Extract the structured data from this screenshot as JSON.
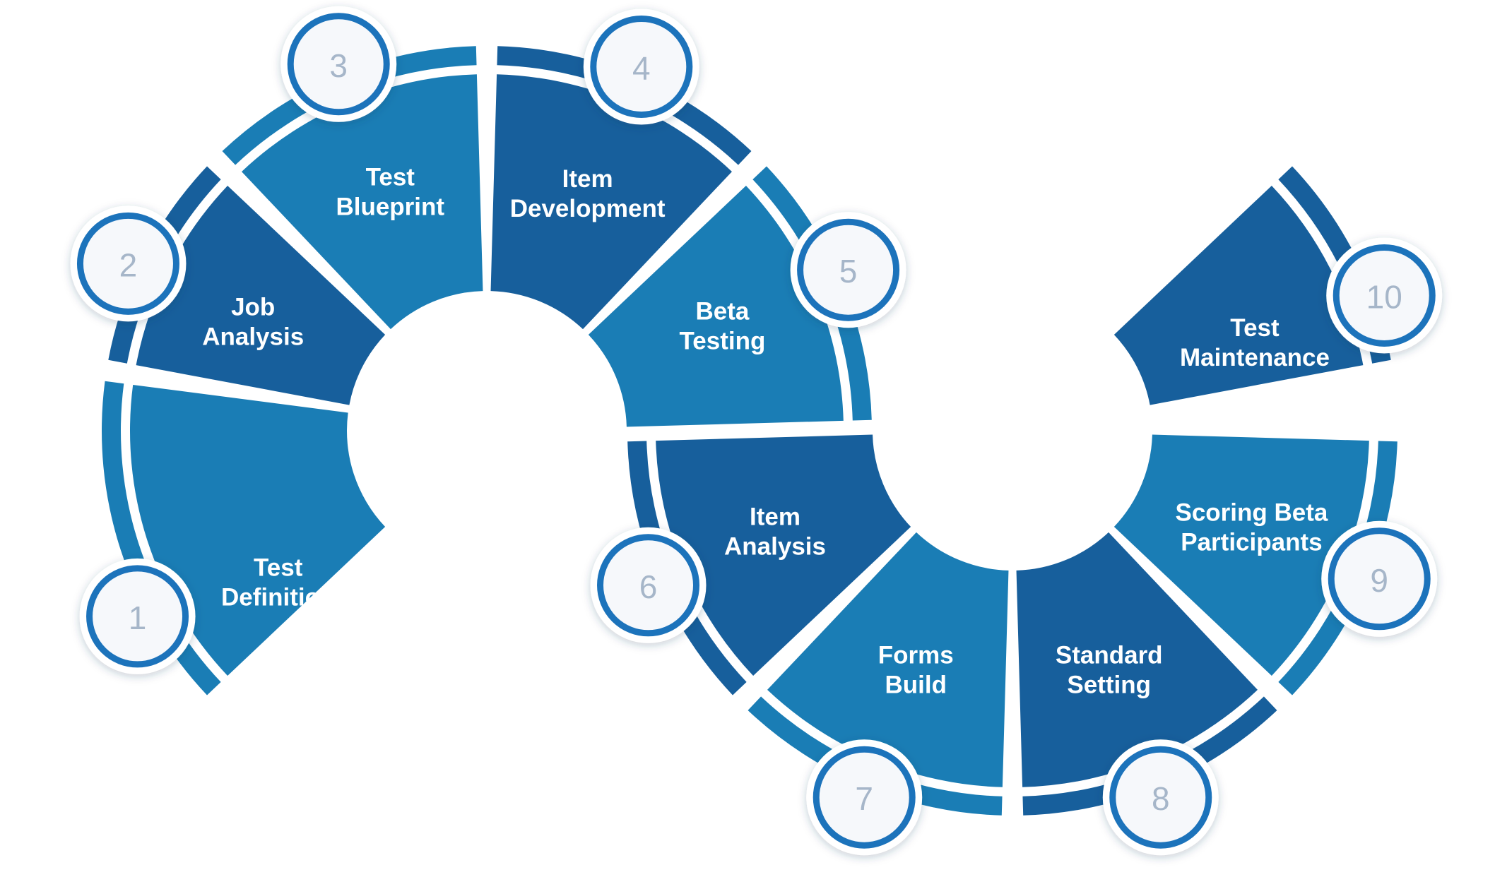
{
  "colors": {
    "dark": "#175f9c",
    "light": "#1a7db5",
    "badge_ring": "#1e73bb",
    "badge_fill": "#f6f8fb",
    "number": "#a6b6c9",
    "label": "#ffffff",
    "background": "#ffffff"
  },
  "steps": [
    {
      "number": "1",
      "lines": [
        "Test",
        "Definition"
      ]
    },
    {
      "number": "2",
      "lines": [
        "Job",
        "Analysis"
      ]
    },
    {
      "number": "3",
      "lines": [
        "Test",
        "Blueprint"
      ]
    },
    {
      "number": "4",
      "lines": [
        "Item",
        "Development"
      ]
    },
    {
      "number": "5",
      "lines": [
        "Beta",
        "Testing"
      ]
    },
    {
      "number": "6",
      "lines": [
        "Item",
        "Analysis"
      ]
    },
    {
      "number": "7",
      "lines": [
        "Forms",
        "Build"
      ]
    },
    {
      "number": "8",
      "lines": [
        "Standard",
        "Setting"
      ]
    },
    {
      "number": "9",
      "lines": [
        "Scoring Beta",
        "Participants"
      ]
    },
    {
      "number": "10",
      "lines": [
        "Test",
        "Maintenance"
      ]
    }
  ]
}
